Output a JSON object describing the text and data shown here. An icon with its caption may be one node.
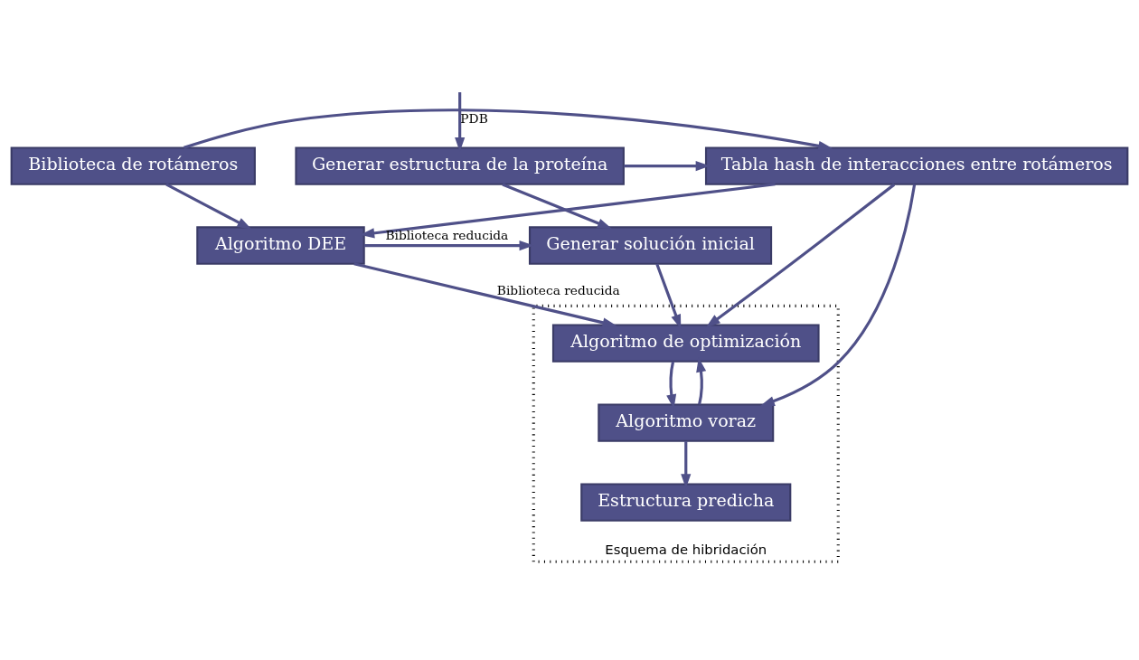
{
  "diagram": {
    "nodes": [
      {
        "text": [
          "Generar estructura de la proteína"
        ]
      },
      {
        "text": [
          "Biblioteca de rotámeros"
        ]
      },
      {
        "text": [
          "Tabla hash de interacciones entre rotámeros"
        ]
      },
      {
        "text": [
          "Generar solución inicial"
        ]
      },
      {
        "text": [
          "Algoritmo DEE"
        ]
      },
      {
        "text": [
          "Esquema de hibridación"
        ]
      },
      {
        "text": [
          "Algoritmo de optimización"
        ],
        "in": 5
      },
      {
        "text": [
          "Algoritmo voraz"
        ],
        "in": 5
      },
      {
        "text": [
          "Estructura predicha"
        ],
        "in": 5
      }
    ],
    "edges": [
      {
        "from": null,
        "to": 0,
        "arrow": "to",
        "label": "PDB"
      },
      {
        "from": 0,
        "to": 2,
        "arrow": "to"
      },
      {
        "from": 1,
        "to": 2,
        "arrow": "to"
      },
      {
        "from": 0,
        "to": 3,
        "arrow": "to"
      },
      {
        "from": 1,
        "to": 4,
        "arrow": "to"
      },
      {
        "from": 2,
        "to": 4,
        "arrow": "to"
      },
      {
        "from": 4,
        "to": 3,
        "arrow": "to",
        "label": "Biblioteca reducida"
      },
      {
        "from": 4,
        "to": 6,
        "arrow": "to",
        "label": "Biblioteca reducida"
      },
      {
        "from": 2,
        "to": 6,
        "arrow": "to"
      },
      {
        "from": 2,
        "to": 7,
        "arrow": "to"
      },
      {
        "from": 3,
        "to": 6,
        "arrow": "to"
      },
      {
        "from": 6,
        "to": 7,
        "arrow": "to"
      },
      {
        "from": 7,
        "to": 6,
        "arrow": "to"
      },
      {
        "from": 7,
        "to": 8,
        "arrow": "to"
      }
    ]
  }
}
